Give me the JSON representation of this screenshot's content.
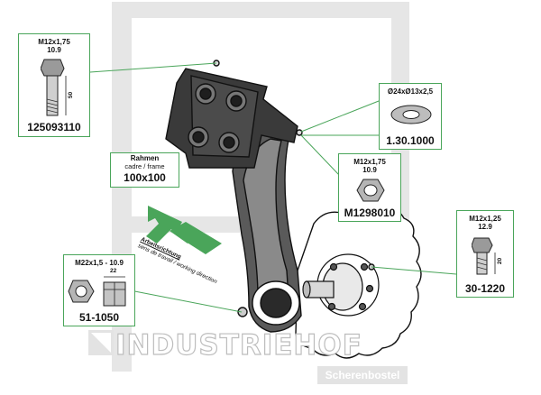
{
  "colors": {
    "accent_green": "#4aa55a",
    "outline": "#111111",
    "watermark_gray": "#d9d9d9"
  },
  "watermark": {
    "brand": "INDUSTRIEHOF",
    "sub": "Scherenbostel"
  },
  "frame": {
    "title": "Rahmen",
    "subtitle": "cadre / frame",
    "size": "100x100"
  },
  "direction": {
    "title": "Arbeitsrichtung",
    "subtitle": "sens de travail / working direction"
  },
  "parts": {
    "bolt_top": {
      "spec_line1": "M12x1,75",
      "spec_line2": "10.9",
      "length": "50",
      "part_no": "125093110"
    },
    "washer": {
      "spec": "Ø24xØ13x2,5",
      "part_no": "1.30.1000"
    },
    "nut_m12": {
      "spec_line1": "M12x1,75",
      "spec_line2": "10.9",
      "part_no": "M1298010"
    },
    "bolt_hub": {
      "spec_line1": "M12x1,25",
      "spec_line2": "12.9",
      "length": "20",
      "part_no": "30-1220"
    },
    "nut_m22": {
      "spec": "M22x1,5 - 10.9",
      "width": "22",
      "part_no": "51-1050"
    }
  },
  "icons": [
    "bolt-icon",
    "washer-icon",
    "hex-nut-icon",
    "direction-arrow-icon",
    "disc-harrow-arm-illustration"
  ]
}
